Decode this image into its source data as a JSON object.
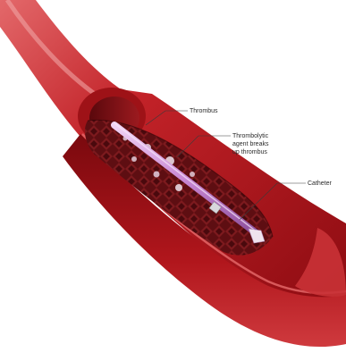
{
  "labels": {
    "thrombus": "Thrombus",
    "agent_line1": "Thrombolytic",
    "agent_line2": "agent breaks",
    "agent_line3": "up thrombus",
    "catheter": "Catheter"
  },
  "colors": {
    "vessel_outer": "#b5141a",
    "vessel_inner": "#8e0d12",
    "vessel_highlight": "#e0585a",
    "thrombus": "#5e0e12",
    "catheter": "#c888d4",
    "background": "#ffffff"
  }
}
